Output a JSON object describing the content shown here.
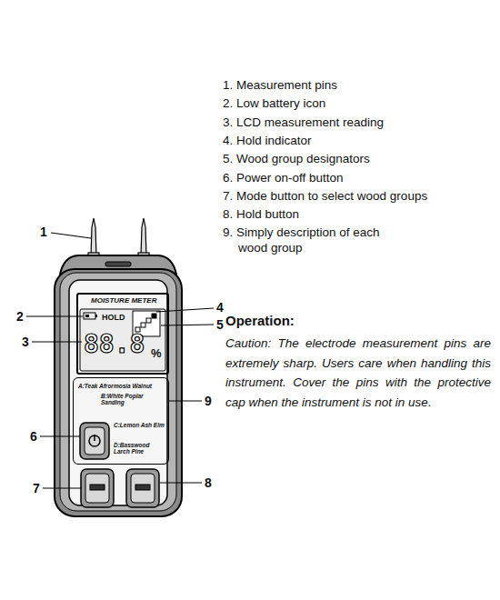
{
  "diagram": {
    "nodes": [
      {
        "text": [
          "MOISTURE METER",
          "HOLD",
          "88.8",
          "%"
        ]
      },
      {
        "text": [
          "A:Teak Afrormosia Walnut",
          "B:White Poplar Sanding",
          "C:Lemon Ash Elm",
          "D:Basswood Larch Pine"
        ]
      }
    ],
    "labels": [
      "1",
      "2",
      "3",
      "4",
      "5",
      "6",
      "7",
      "8",
      "9",
      "1. Measurement pins",
      "2. Low battery icon",
      "3. LCD measurement reading",
      "4. Hold indicator",
      "5. Wood group designators",
      "6. Power on-off button",
      "7. Mode button to select wood groups",
      "8. Hold button",
      "9. Simply description of each wood group",
      "Operation:",
      "Caution: The electrode measurement pins are extremely sharp. Users care when handling this instrument. Cover the pins with the protective cap when the instrument is not in use."
    ]
  }
}
